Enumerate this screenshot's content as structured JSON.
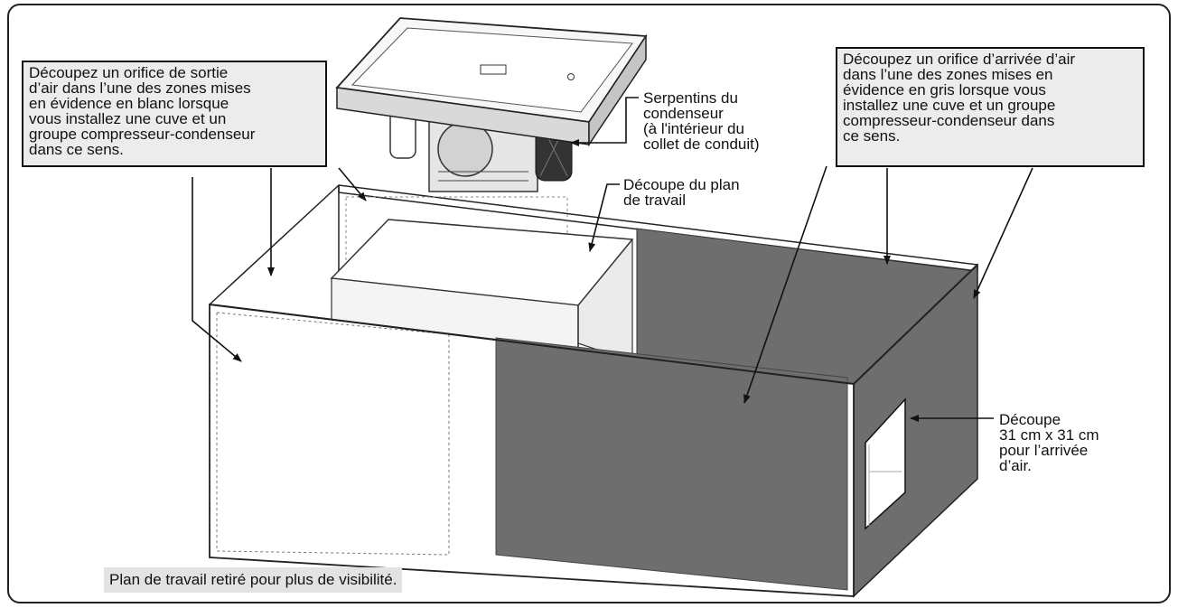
{
  "callouts": {
    "left": "Découpez un orifice de sortie\nd’air dans l’une des zones mises\nen évidence en blanc lorsque\nvous installez une cuve et un\ngroupe compresseur-condenseur\ndans ce sens.",
    "right": "Découpez un orifice d’arrivée d’air\ndans l’une des zones mises en\névidence en gris lorsque vous\ninstallez une cuve et un groupe\ncompresseur-condenseur dans\nce sens."
  },
  "labels": {
    "condenser": "Serpentins du\ncondenseur\n(à l'intérieur du\ncollet de conduit)",
    "counter_cutout": "Découpe du plan\nde travail",
    "air_cutout": "Découpe\n31 cm x 31 cm\npour l’arrivée\nd’air."
  },
  "note": "Plan de travail retiré pour plus de visibilité.",
  "colors": {
    "gray_zone": "#6e6e6e",
    "callout_bg": "#ececec"
  }
}
